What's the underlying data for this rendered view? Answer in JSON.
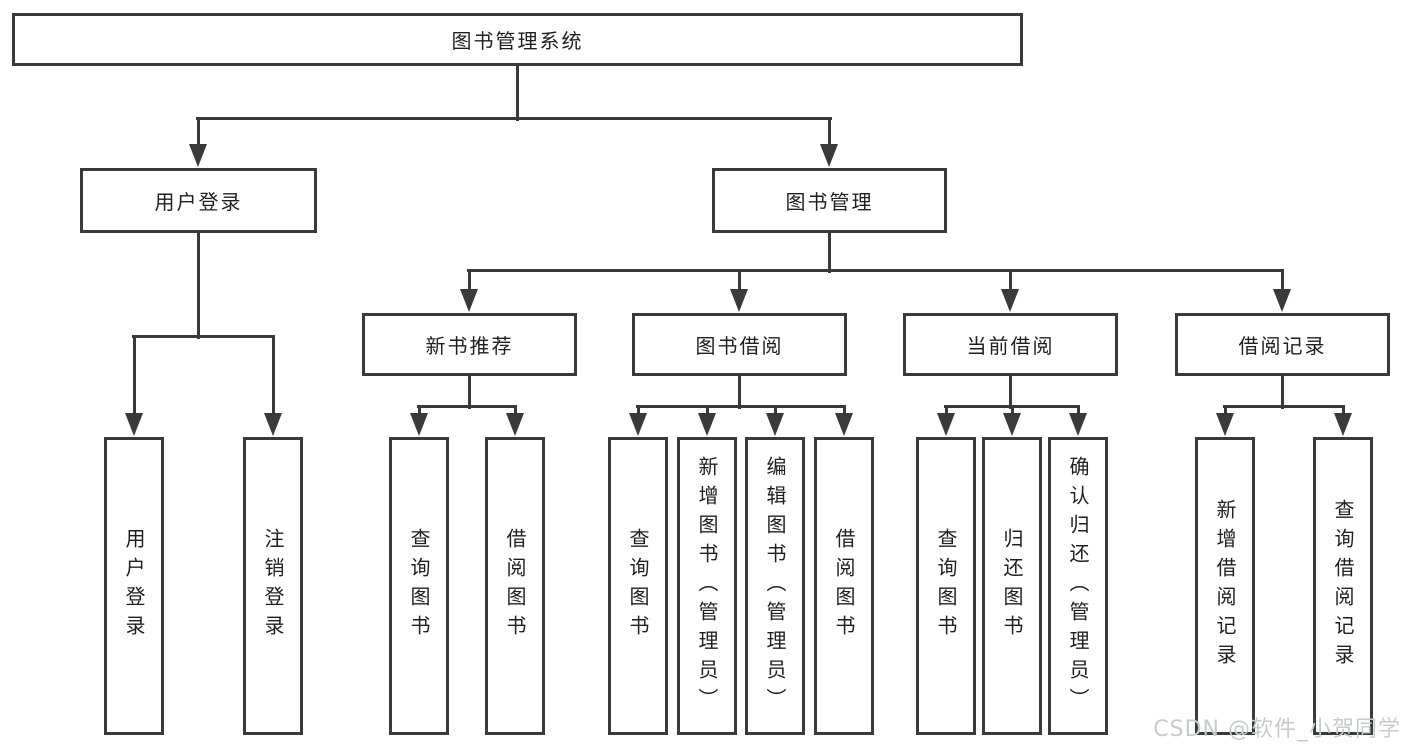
{
  "diagram": {
    "root": {
      "label": "图书管理系统"
    },
    "branches": [
      {
        "label": "用户登录",
        "children": [
          {
            "label": "用户登录"
          },
          {
            "label": "注销登录"
          }
        ]
      },
      {
        "label": "图书管理",
        "children": [
          {
            "label": "新书推荐",
            "children": [
              {
                "label": "查询图书"
              },
              {
                "label": "借阅图书"
              }
            ]
          },
          {
            "label": "图书借阅",
            "children": [
              {
                "label": "查询图书"
              },
              {
                "label": "新增图书（管理员）"
              },
              {
                "label": "编辑图书（管理员）"
              },
              {
                "label": "借阅图书"
              }
            ]
          },
          {
            "label": "当前借阅",
            "children": [
              {
                "label": "查询图书"
              },
              {
                "label": "归还图书"
              },
              {
                "label": "确认归还（管理员）"
              }
            ]
          },
          {
            "label": "借阅记录",
            "children": [
              {
                "label": "新增借阅记录"
              },
              {
                "label": "查询借阅记录"
              }
            ]
          }
        ]
      }
    ]
  },
  "watermark": {
    "text": "CSDN @软件_小贺同学"
  },
  "colors": {
    "line": "#3a3a3a",
    "text": "#1f1f1f",
    "background": "#ffffff",
    "watermark": "#c7cacd"
  }
}
